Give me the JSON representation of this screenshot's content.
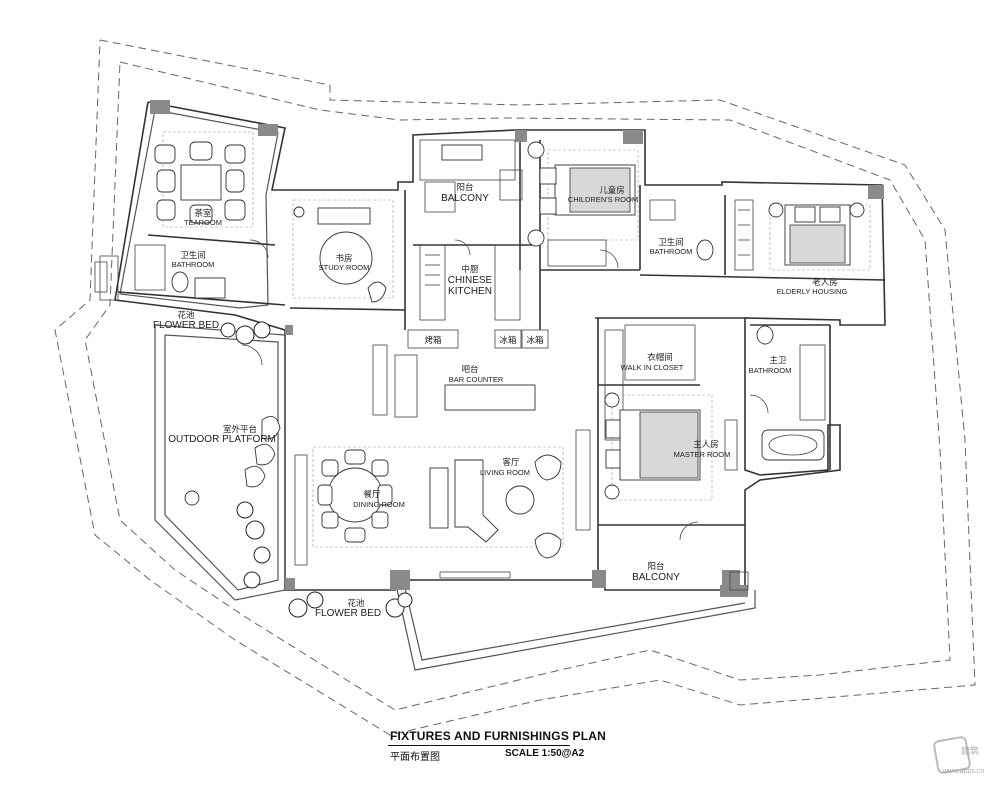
{
  "plan": {
    "title_en": "FIXTURES AND FURNISHINGS PLAN",
    "title_cn": "平面布置图",
    "scale": "SCALE  1:50@A2"
  },
  "rooms": {
    "tearoom": {
      "cn": "茶室",
      "en": "TEAROOM"
    },
    "bathroom_nw": {
      "cn": "卫生间",
      "en": "BATHROOM"
    },
    "flower_bed_n": {
      "cn": "花池",
      "en": "FLOWER BED"
    },
    "study": {
      "cn": "书房",
      "en": "STUDY ROOM"
    },
    "balcony_n": {
      "cn": "阳台",
      "en": "BALCONY"
    },
    "chinese_kitchen": {
      "cn": "中厨",
      "en1": "CHINESE",
      "en2": "KITCHEN"
    },
    "children": {
      "cn": "儿童房",
      "en": "CHILDREN'S ROOM"
    },
    "bathroom_mid": {
      "cn": "卫生间",
      "en": "BATHROOM"
    },
    "elderly": {
      "cn": "老人房",
      "en": "ELDERLY HOUSING"
    },
    "oven": {
      "cn": "烤箱"
    },
    "fridge1": {
      "cn": "冰箱"
    },
    "fridge2": {
      "cn": "冰箱"
    },
    "bar": {
      "cn": "吧台",
      "en": "BAR COUNTER"
    },
    "closet": {
      "cn": "衣帽间",
      "en": "WALK IN CLOSET"
    },
    "master_bath": {
      "cn": "主卫",
      "en": "BATHROOM"
    },
    "outdoor": {
      "cn": "室外平台",
      "en": "OUTDOOR PLATFORM"
    },
    "master": {
      "cn": "主人房",
      "en": "MASTER ROOM"
    },
    "living": {
      "cn": "客厅",
      "en": "LIVING ROOM"
    },
    "dining": {
      "cn": "餐厅",
      "en": "DINING ROOM"
    },
    "balcony_s": {
      "cn": "阳台",
      "en": "BALCONY"
    },
    "flower_bed_s": {
      "cn": "花池",
      "en": "FLOWER BED"
    }
  },
  "watermark": {
    "t1": "建筑",
    "t2": "www.abbs.cn"
  }
}
